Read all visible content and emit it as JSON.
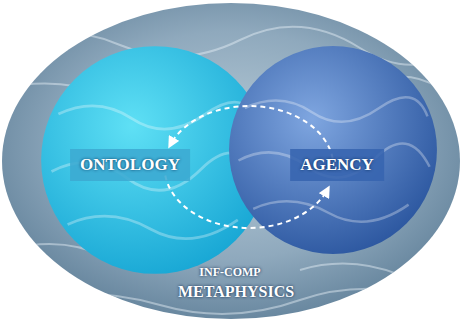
{
  "diagram": {
    "nodes": [
      {
        "text": [
          "ONTOLOGY"
        ]
      },
      {
        "text": [
          "AGENCY"
        ]
      }
    ],
    "edges": [
      {
        "from": 1,
        "to": 0,
        "arrow": "to"
      },
      {
        "from": 0,
        "to": 1,
        "arrow": "to"
      }
    ],
    "labels": [
      "INF-COMP",
      "METAPHYSICS"
    ]
  }
}
